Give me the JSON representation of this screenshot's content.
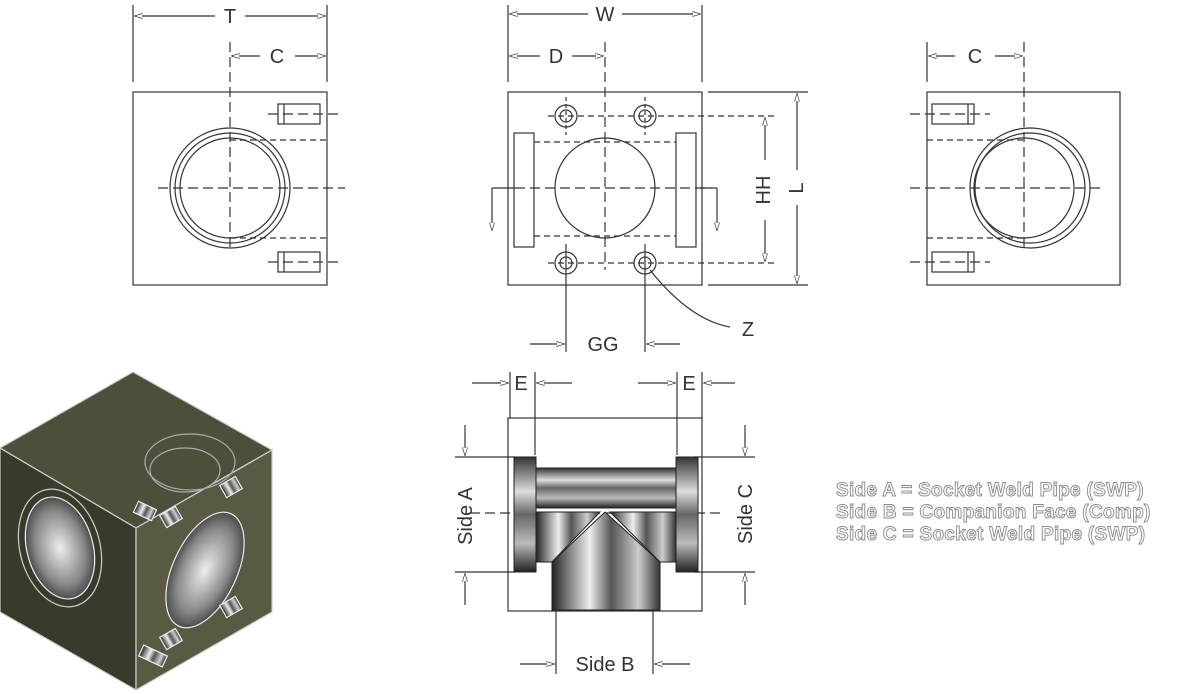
{
  "dimensions": {
    "t": "T",
    "c_left": "C",
    "w": "W",
    "d": "D",
    "c_right": "C",
    "hh": "HH",
    "l": "L",
    "z": "Z",
    "gg": "GG",
    "e_left": "E",
    "e_right": "E",
    "side_a": "Side A",
    "side_b": "Side B",
    "side_c": "Side C"
  },
  "legend": {
    "line1": "Side A = Socket Weld Pipe (SWP)",
    "line2": "Side B = Companion Face (Comp)",
    "line3": "Side C = Socket Weld Pipe (SWP)"
  },
  "colors": {
    "line": "#333333",
    "block_dark": "#3a3a2c",
    "block_mid": "#4e4e3a",
    "block_light": "#5f5f48"
  }
}
